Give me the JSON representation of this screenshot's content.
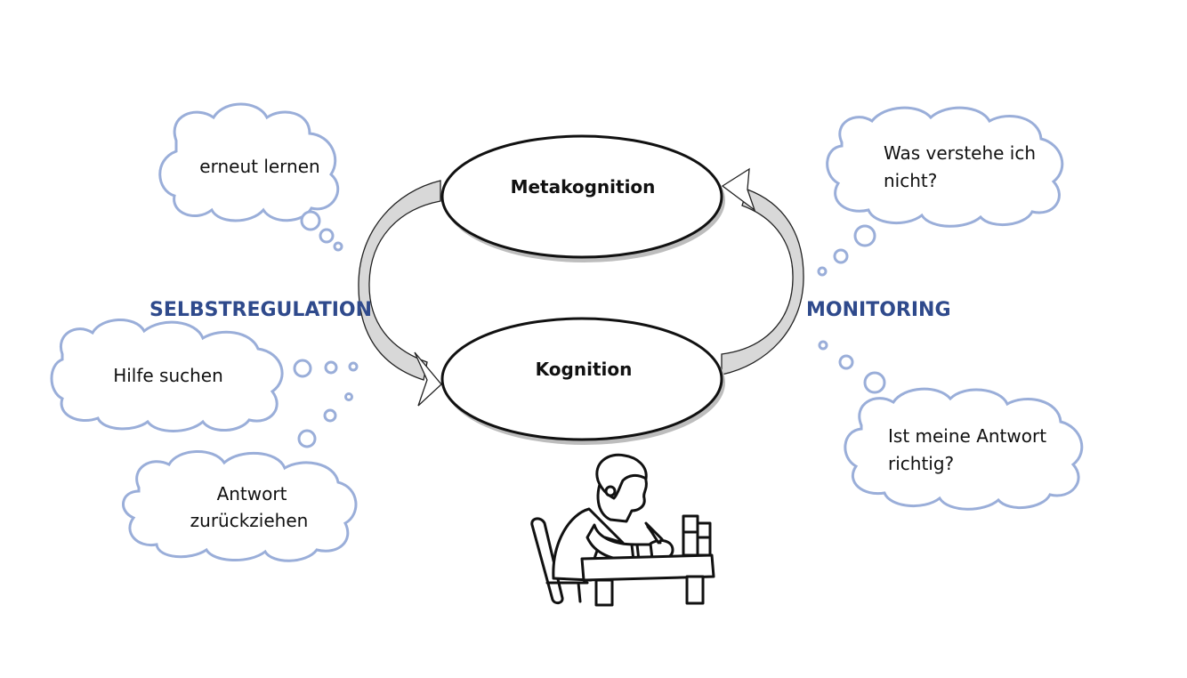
{
  "nodes": {
    "top": "Metakognition",
    "bottom": "Kognition"
  },
  "labels": {
    "left": "SELBSTREGULATION",
    "right": "MONITORING"
  },
  "clouds": {
    "erneut_lernen": [
      "erneut lernen"
    ],
    "hilfe_suchen": [
      "Hilfe suchen"
    ],
    "antwort_zurueckziehen": [
      "Antwort",
      "zurückziehen"
    ],
    "was_verstehe": [
      "Was verstehe ich",
      "nicht?"
    ],
    "ist_meine_antwort": [
      "Ist meine Antwort",
      "richtig?"
    ]
  },
  "colors": {
    "accent_text": "#2f4a8c",
    "cloud_outline": "#9aaed9",
    "node_outline": "#111111",
    "arrow_fill": "#d8d8d8"
  },
  "icons": {
    "figure": "student-writing-at-desk-icon"
  }
}
